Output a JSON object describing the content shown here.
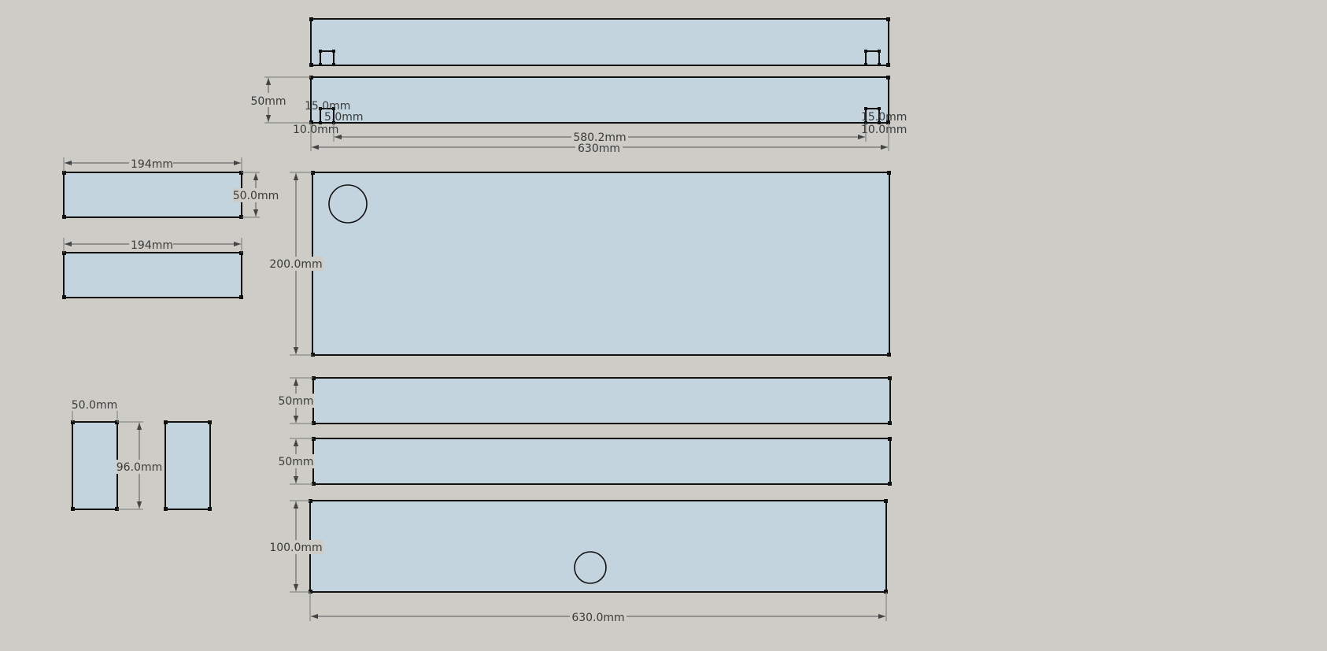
{
  "colors": {
    "background": "#cdccc6",
    "panel_fill": "#c3d4de",
    "edge": "#111111",
    "dimension": "#555555"
  },
  "labels": {
    "side_top_height": "50mm",
    "notch_15_left": "15.0mm",
    "notch_5_left": "5.0mm",
    "notch_10_left": "10.0mm",
    "inner_width": "580.2mm",
    "outer_width": "630mm",
    "notch_15_right": "15.0mm",
    "notch_10_right": "10.0mm",
    "end_a_width": "194mm",
    "end_a_height": "50.0mm",
    "end_b_width": "194mm",
    "base_height": "200.0mm",
    "strip_a_height": "50mm",
    "strip_b_height": "50mm",
    "post_width": "50.0mm",
    "post_height": "96.0mm",
    "back_height": "100.0mm",
    "back_width": "630.0mm"
  }
}
